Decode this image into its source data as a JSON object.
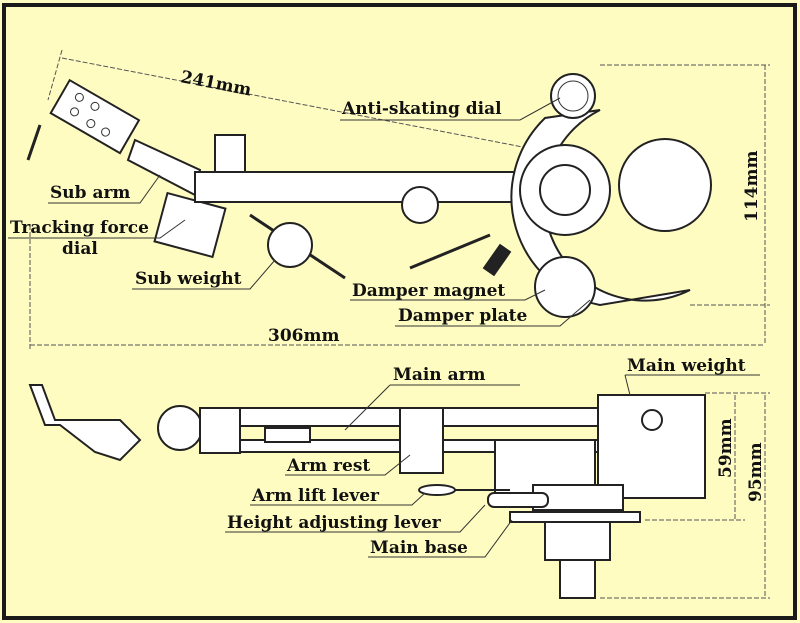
{
  "colors": {
    "background": "#fffcc2",
    "border": "#1a1a1a",
    "ink": "#111111"
  },
  "top_view": {
    "dimensions": {
      "arm_length": "241mm",
      "overall_length": "306mm",
      "width": "114mm"
    },
    "labels": {
      "anti_skating_dial": "Anti-skating dial",
      "sub_arm": "Sub arm",
      "tracking_force_dial_line1": "Tracking force",
      "tracking_force_dial_line2": "dial",
      "sub_weight": "Sub weight",
      "damper_magnet": "Damper magnet",
      "damper_plate": "Damper plate"
    }
  },
  "side_view": {
    "dimensions": {
      "arm_height": "59mm",
      "total_height": "95mm"
    },
    "labels": {
      "main_arm": "Main arm",
      "main_weight": "Main weight",
      "arm_rest": "Arm rest",
      "arm_lift_lever": "Arm lift lever",
      "height_adjusting_lever": "Height adjusting lever",
      "main_base": "Main base"
    }
  }
}
